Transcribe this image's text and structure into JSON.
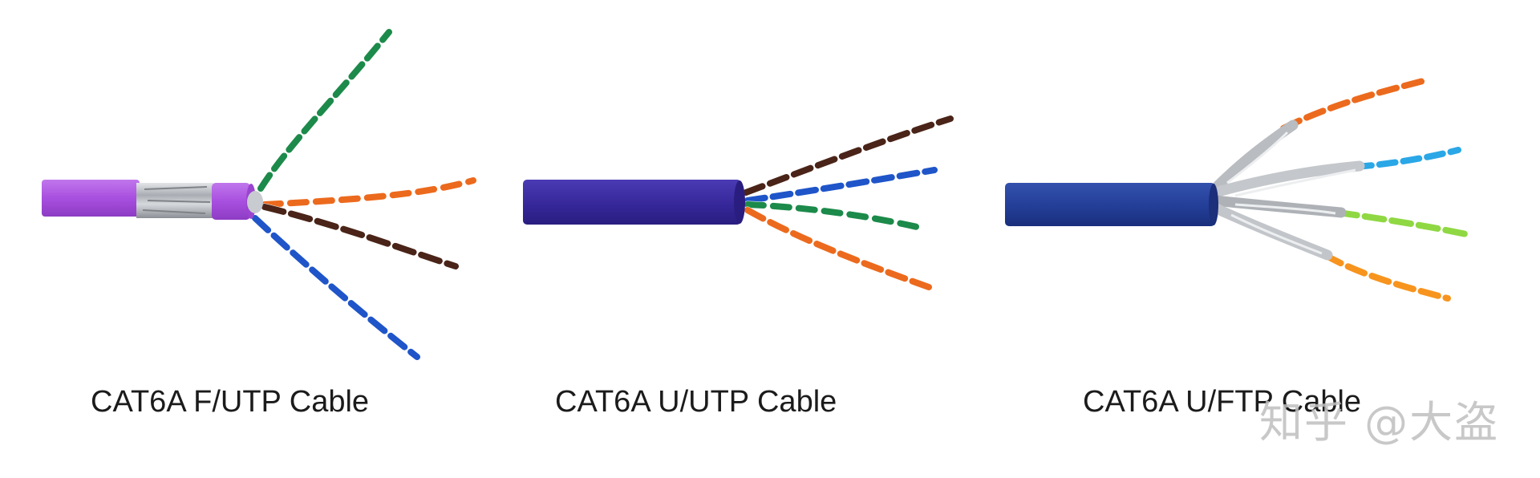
{
  "captions": {
    "fu": "CAT6A F/UTP Cable",
    "uu": "CAT6A U/UTP Cable",
    "uf": "CAT6A U/FTP Cable"
  },
  "watermark": "知乎 @大盗",
  "colors": {
    "fu_jacket": "#b158e6",
    "uu_jacket": "#3b2aa0",
    "uf_jacket": "#25409a",
    "foil": "#b9bcc0",
    "green": "#1c8a4a",
    "orange": "#ec6a1d",
    "brown": "#4a2418",
    "blue": "#1f55c9",
    "lightblue": "#2aa7e6",
    "lightgreen": "#8fd843",
    "lightorange": "#f7941e"
  }
}
